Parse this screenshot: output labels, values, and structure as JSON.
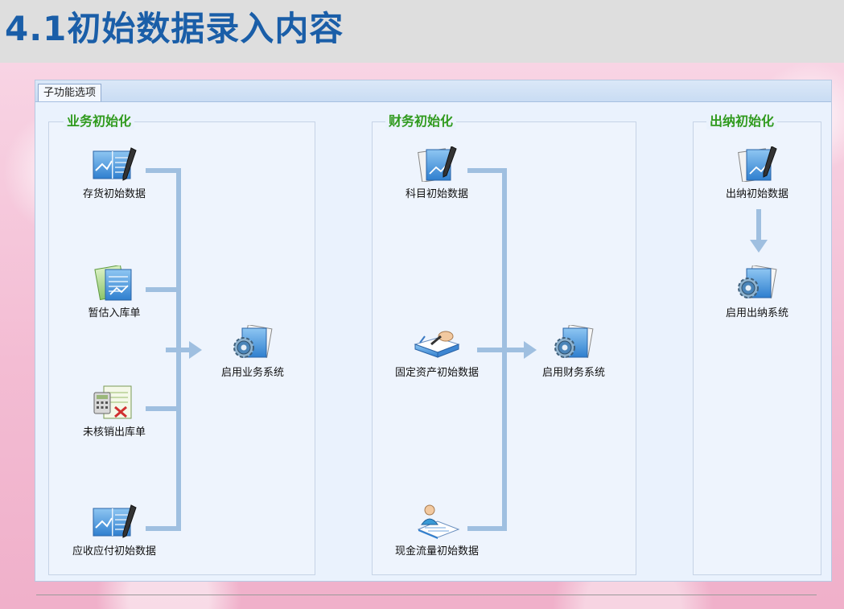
{
  "page_title": "4.1初始数据录入内容",
  "window": {
    "tab_label": "子功能选项"
  },
  "groups": [
    {
      "title": "业务初始化",
      "items": [
        {
          "label": "存货初始数据",
          "icon": "notebook-pen-icon"
        },
        {
          "label": "暂估入库单",
          "icon": "documents-icon"
        },
        {
          "label": "未核销出库单",
          "icon": "calculator-doc-icon"
        },
        {
          "label": "应收应付初始数据",
          "icon": "notebook-pen-icon"
        }
      ],
      "target": {
        "label": "启用业务系统",
        "icon": "gear-doc-icon"
      }
    },
    {
      "title": "财务初始化",
      "items": [
        {
          "label": "科目初始数据",
          "icon": "clipboard-pen-icon"
        },
        {
          "label": "固定资产初始数据",
          "icon": "hand-writing-icon"
        },
        {
          "label": "现金流量初始数据",
          "icon": "person-doc-icon"
        }
      ],
      "target": {
        "label": "启用财务系统",
        "icon": "gear-doc-icon"
      }
    },
    {
      "title": "出纳初始化",
      "items": [
        {
          "label": "出纳初始数据",
          "icon": "clipboard-pen-icon"
        }
      ],
      "target": {
        "label": "启用出纳系统",
        "icon": "gear-doc-icon"
      }
    }
  ],
  "colors": {
    "title_blue": "#1a5ea8",
    "group_title_green": "#2f9a1d",
    "connector_blue": "#9fbfe0"
  }
}
